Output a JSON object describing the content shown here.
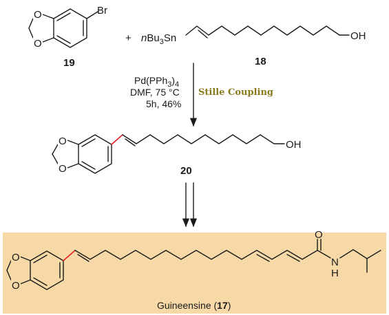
{
  "compounds": {
    "c19": {
      "label": "19",
      "substituent": "Br",
      "ring_oxygen": "O"
    },
    "c18": {
      "label": "18",
      "prefix": "n",
      "tin_group": "Bu",
      "tin_sub": "3",
      "tin_atom": "Sn",
      "hydroxyl": "OH"
    },
    "c20": {
      "label": "20",
      "ring_oxygen": "O",
      "hydroxyl": "OH"
    },
    "c17": {
      "name": "Guineensine (",
      "label": "17",
      "name_close": ")",
      "ring_oxygen": "O",
      "carbonyl_oxygen": "O",
      "amide_n": "N",
      "amide_h": "H"
    }
  },
  "reaction": {
    "plus": "+",
    "catalyst": "Pd(PPh",
    "catalyst_sub": "3",
    "catalyst_close": ")",
    "catalyst_sub2": "4",
    "solvent_temp": "DMF, 75 °C",
    "time_yield": "5h, 46%",
    "reaction_name": "Stille Coupling"
  },
  "colors": {
    "new_bond": "#e02020",
    "stille_label": "#8a7a1e",
    "product_box": "#f7d9a8"
  }
}
